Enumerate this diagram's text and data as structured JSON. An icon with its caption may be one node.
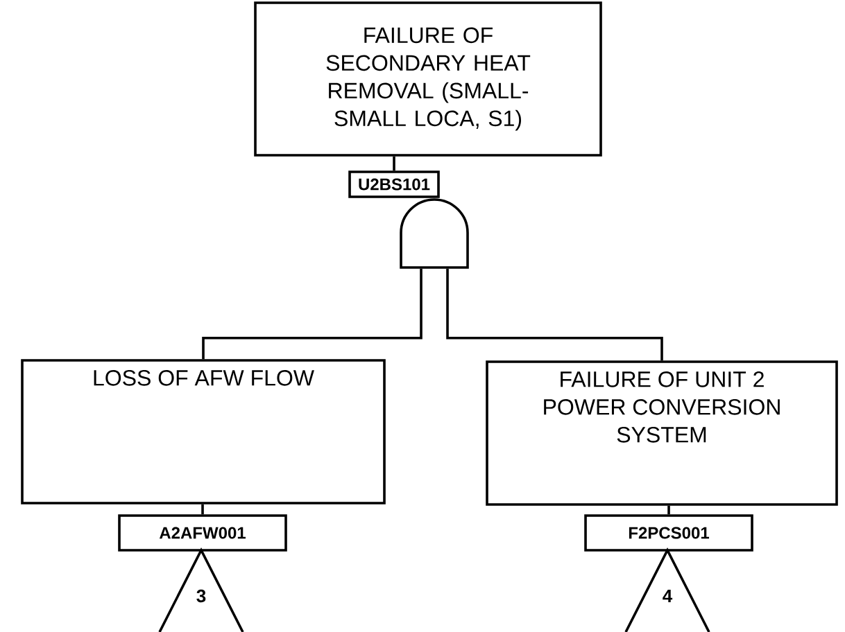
{
  "diagram": {
    "nodes": [
      {
        "text": [
          "FAILURE OF SECONDARY HEAT REMOVAL (SMALL-SMALL LOCA, S1)"
        ]
      },
      {
        "text": [
          "U2BS101"
        ]
      },
      {
        "text": [],
        "shape": "gate"
      },
      {
        "text": [
          "LOSS OF AFW FLOW"
        ]
      },
      {
        "text": [
          "A2AFW001"
        ]
      },
      {
        "text": [
          "3"
        ]
      },
      {
        "text": [
          "FAILURE OF UNIT 2 POWER CONVERSION SYSTEM"
        ]
      },
      {
        "text": [
          "F2PCS001"
        ]
      },
      {
        "text": [
          "4"
        ]
      }
    ],
    "edges": [
      {
        "from": 0,
        "to": 1,
        "arrow": "none"
      },
      {
        "from": 2,
        "to": 3,
        "arrow": "none"
      },
      {
        "from": 2,
        "to": 6,
        "arrow": "none"
      },
      {
        "from": 3,
        "to": 4,
        "arrow": "none"
      },
      {
        "from": 6,
        "to": 7,
        "arrow": "none"
      }
    ]
  }
}
